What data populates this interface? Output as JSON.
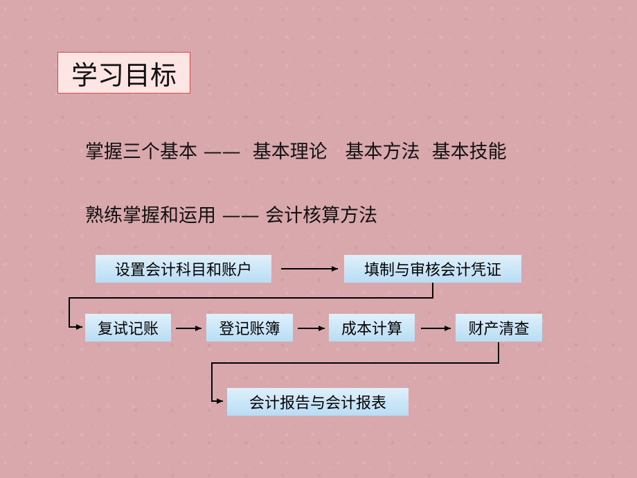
{
  "title": "学习目标",
  "points": [
    "掌握三个基本 ——  基本理论   基本方法  基本技能",
    "熟练掌握和运用 —— 会计核算方法"
  ],
  "flow": {
    "steps": [
      "设置会计科目和账户",
      "填制与审核会计凭证",
      "复试记账",
      "登记账簿",
      "成本计算",
      "财产清查",
      "会计报告与会计报表"
    ]
  }
}
